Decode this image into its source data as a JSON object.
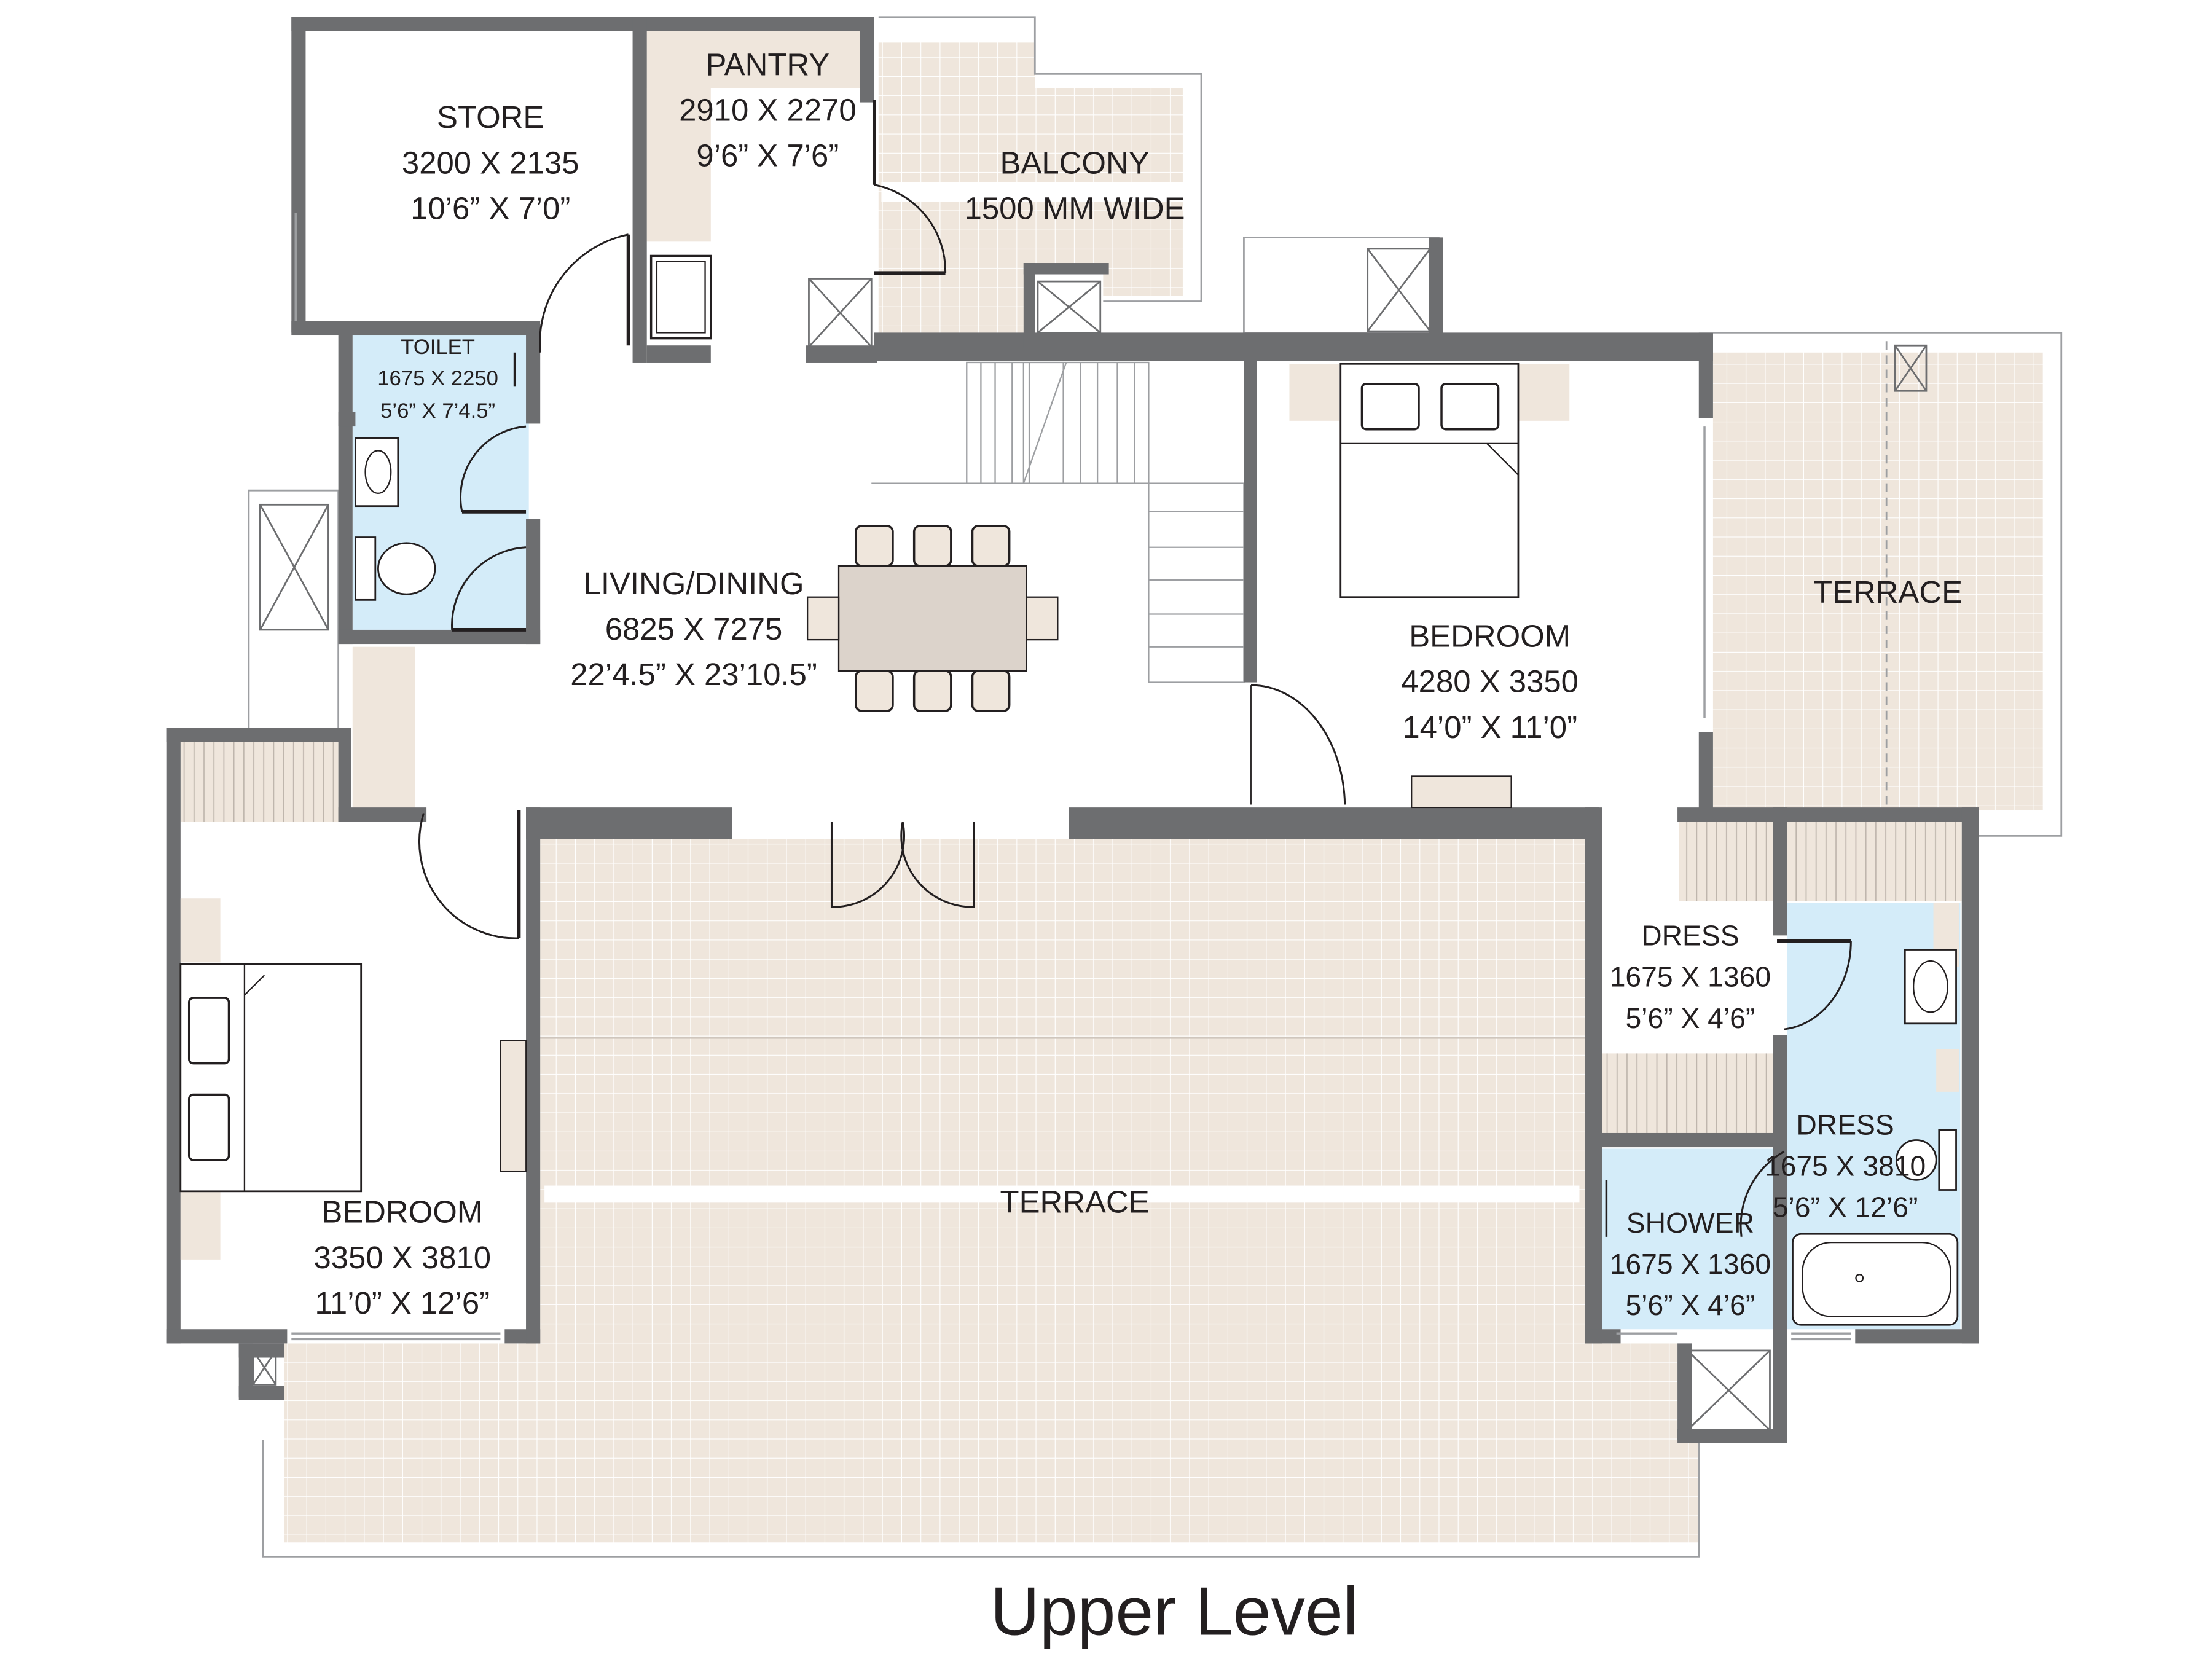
{
  "title": "Upper Level",
  "colors": {
    "wall": "#6d6e70",
    "tile": "#efe6dc",
    "tile_line": "#ffffff",
    "wet_area": "#d4ecf9",
    "furniture": "#dcd3cb",
    "text": "#231f20"
  },
  "rooms": [
    {
      "id": "store",
      "name": "STORE",
      "metric": "3200 X 2135",
      "imperial": "10’6” X 7’0”"
    },
    {
      "id": "pantry",
      "name": "PANTRY",
      "metric": "2910 X 2270",
      "imperial": "9’6” X 7’6”"
    },
    {
      "id": "balcony",
      "name": "BALCONY",
      "metric": "1500 MM WIDE"
    },
    {
      "id": "toilet",
      "name": "TOILET",
      "metric": "1675 X 2250",
      "imperial": "5’6” X 7’4.5”"
    },
    {
      "id": "living",
      "name": "LIVING/DINING",
      "metric": "6825 X 7275",
      "imperial": "22’4.5” X 23’10.5”"
    },
    {
      "id": "bedroom1",
      "name": "BEDROOM",
      "metric": "4280 X 3350",
      "imperial": "14’0” X 11’0”"
    },
    {
      "id": "terrace1",
      "name": "TERRACE"
    },
    {
      "id": "dress1",
      "name": "DRESS",
      "metric": "1675 X 1360",
      "imperial": "5’6” X 4’6”"
    },
    {
      "id": "dress2",
      "name": "DRESS",
      "metric": "1675 X 3810",
      "imperial": "5’6” X 12’6”"
    },
    {
      "id": "shower",
      "name": "SHOWER",
      "metric": "1675 X 1360",
      "imperial": "5’6” X 4’6”"
    },
    {
      "id": "terrace2",
      "name": "TERRACE"
    },
    {
      "id": "bedroom2",
      "name": "BEDROOM",
      "metric": "3350 X 3810",
      "imperial": "11’0” X 12’6”"
    }
  ]
}
